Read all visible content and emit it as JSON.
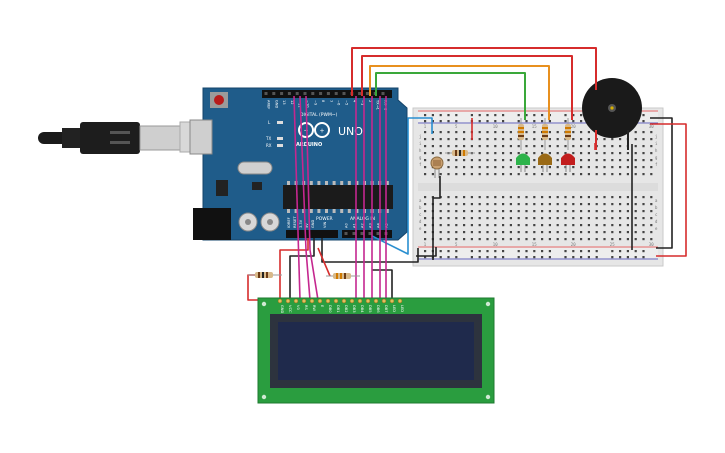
{
  "arduino": {
    "brand_text": "ARDUINO",
    "model_text": "UNO",
    "digital_label": "DIGITAL (PWM~)",
    "power_label": "POWER",
    "analog_label": "ANALOG IN",
    "tx_label": "TX",
    "rx_label": "RX",
    "l_label": "L",
    "ioref_label": "IOREF",
    "reset_label": "RESET",
    "v33_label": "3.3V",
    "v5_label": "5V",
    "gnd_label": "GND",
    "vin_label": "VIN",
    "analog_pins": [
      "A0",
      "A1",
      "A2",
      "A3",
      "A4",
      "A5"
    ],
    "digital_pins": [
      "AREF",
      "GND",
      "13",
      "12",
      "~11",
      "~10",
      "~9",
      "8",
      "7",
      "~6",
      "~5",
      "4",
      "~3",
      "2",
      "TX→1",
      "RX←0"
    ]
  },
  "lcd": {
    "pin_labels": [
      "GND",
      "VCC",
      "V0",
      "RS",
      "RW",
      "E",
      "DB0",
      "DB1",
      "DB2",
      "DB3",
      "DB4",
      "DB5",
      "DB6",
      "DB7",
      "LED",
      "LED"
    ]
  },
  "breadboard": {
    "top_numbers": [
      "1",
      "5",
      "10",
      "15",
      "20",
      "25",
      "30"
    ],
    "row_letters_top": [
      "a",
      "b",
      "c",
      "d",
      "e"
    ],
    "row_letters_bottom": [
      "f",
      "g",
      "h",
      "i",
      "j"
    ]
  },
  "colors": {
    "arduino_blue": "#1f5c8a",
    "wire_red": "#d62c2c",
    "wire_orange": "#e8901f",
    "wire_green": "#3aa83a",
    "wire_magenta": "#c5278f",
    "wire_black": "#222222",
    "wire_blue": "#2a8fd0",
    "lcd_green": "#2a9d3f",
    "lcd_screen": "#1f2a4c",
    "led_green": "#2db34a",
    "led_yellow": "#9a6a16",
    "led_red": "#c21d1d"
  }
}
